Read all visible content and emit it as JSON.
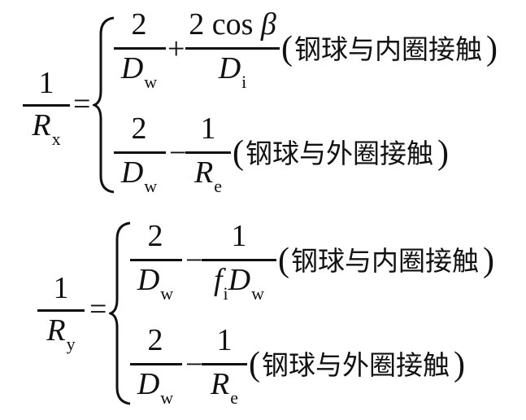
{
  "equation_rx": {
    "lhs": {
      "numerator": "1",
      "symbol": "R",
      "subscript": "x"
    },
    "equals": "=",
    "case_inner": {
      "term1": {
        "numerator": "2",
        "symbol": "D",
        "subscript": "w"
      },
      "operator": "+",
      "term2": {
        "numerator_text": "2 cos",
        "numerator_symbol": "β",
        "symbol": "D",
        "subscript": "i"
      },
      "open_paren": "(",
      "condition": "钢球与内圈接触",
      "close_paren": ")"
    },
    "case_outer": {
      "term1": {
        "numerator": "2",
        "symbol": "D",
        "subscript": "w"
      },
      "operator": "−",
      "term2": {
        "numerator": "1",
        "symbol": "R",
        "subscript": "e"
      },
      "open_paren": "(",
      "condition": "钢球与外圈接触",
      "close_paren": ")"
    }
  },
  "equation_ry": {
    "lhs": {
      "numerator": "1",
      "symbol": "R",
      "subscript": "y"
    },
    "equals": "=",
    "case_inner": {
      "term1": {
        "numerator": "2",
        "symbol": "D",
        "subscript": "w"
      },
      "operator": "−",
      "term2": {
        "numerator": "1",
        "symbol1": "f",
        "subscript1": "i",
        "symbol2": "D",
        "subscript2": "w"
      },
      "open_paren": "(",
      "condition": "钢球与内圈接触",
      "close_paren": ")"
    },
    "case_outer": {
      "term1": {
        "numerator": "2",
        "symbol": "D",
        "subscript": "w"
      },
      "operator": "−",
      "term2": {
        "numerator": "1",
        "symbol": "R",
        "subscript": "e"
      },
      "open_paren": "(",
      "condition": "钢球与外圈接触",
      "close_paren": ")"
    }
  }
}
